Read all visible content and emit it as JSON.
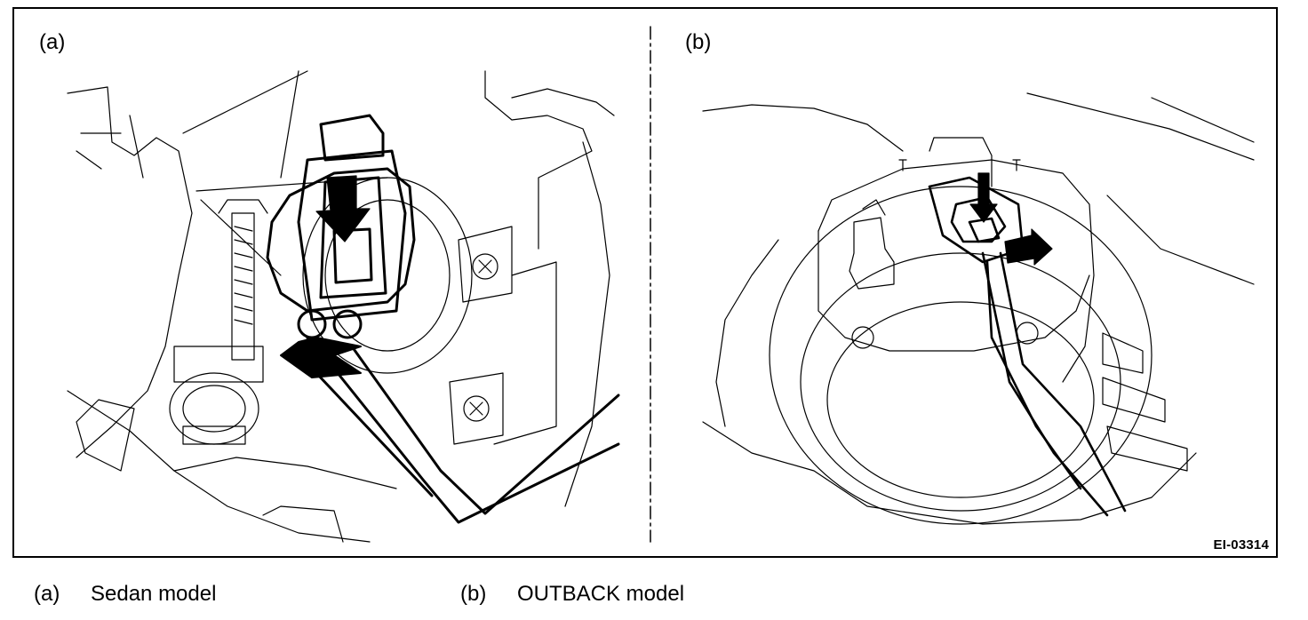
{
  "panels": [
    {
      "label": "(a)"
    },
    {
      "label": "(b)"
    }
  ],
  "figure_id": "EI-03314",
  "legend": [
    {
      "key": "(a)",
      "text": "Sedan model"
    },
    {
      "key": "(b)",
      "text": "OUTBACK model"
    }
  ]
}
